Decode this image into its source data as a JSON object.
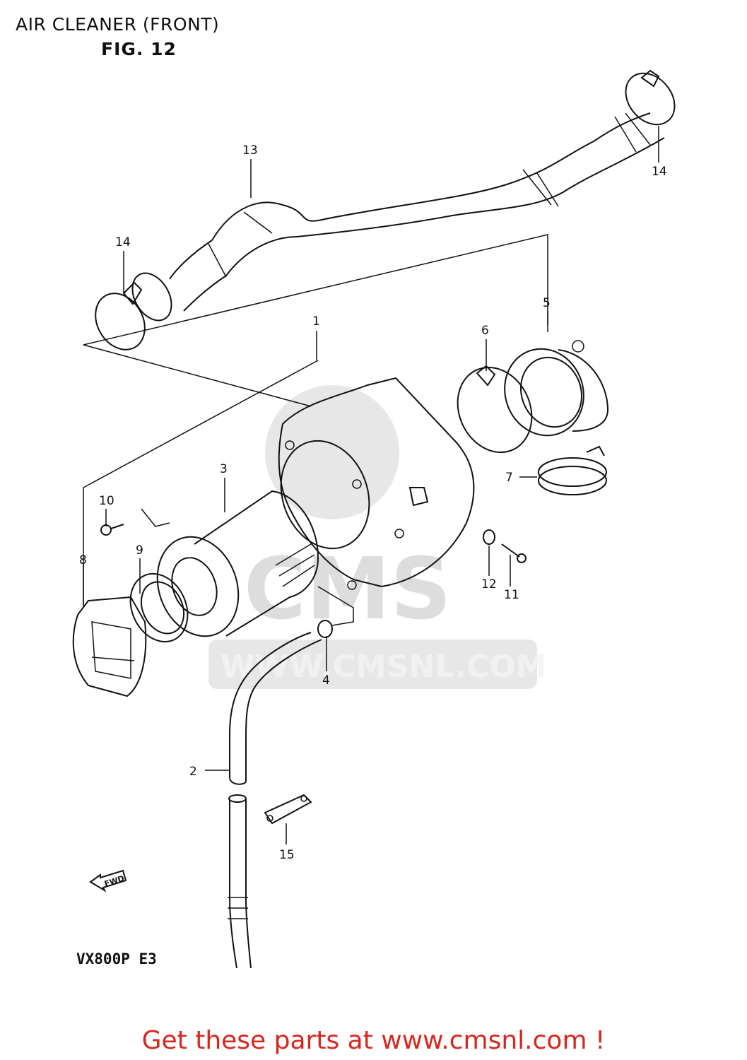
{
  "header": {
    "title": "AIR CLEANER (FRONT)",
    "figure": "FIG. 12"
  },
  "callouts": [
    {
      "id": "c1",
      "label": "1"
    },
    {
      "id": "c2",
      "label": "2"
    },
    {
      "id": "c3",
      "label": "3"
    },
    {
      "id": "c4",
      "label": "4"
    },
    {
      "id": "c5",
      "label": "5"
    },
    {
      "id": "c6",
      "label": "6"
    },
    {
      "id": "c7",
      "label": "7"
    },
    {
      "id": "c8",
      "label": "8"
    },
    {
      "id": "c9",
      "label": "9"
    },
    {
      "id": "c10",
      "label": "10"
    },
    {
      "id": "c11",
      "label": "11"
    },
    {
      "id": "c12",
      "label": "12"
    },
    {
      "id": "c13",
      "label": "13"
    },
    {
      "id": "c14a",
      "label": "14"
    },
    {
      "id": "c14b",
      "label": "14"
    },
    {
      "id": "c15",
      "label": "15"
    }
  ],
  "direction_badge": "FWD",
  "model_code": "VX800P E3",
  "watermark": {
    "logo": "CMS",
    "url": "WWW.CMSNL.COM"
  },
  "footer": {
    "cta": "Get these parts at www.cmsnl.com !"
  },
  "colors": {
    "cta": "#d8261f",
    "line": "#111111",
    "watermark": "#d0d0d0"
  }
}
